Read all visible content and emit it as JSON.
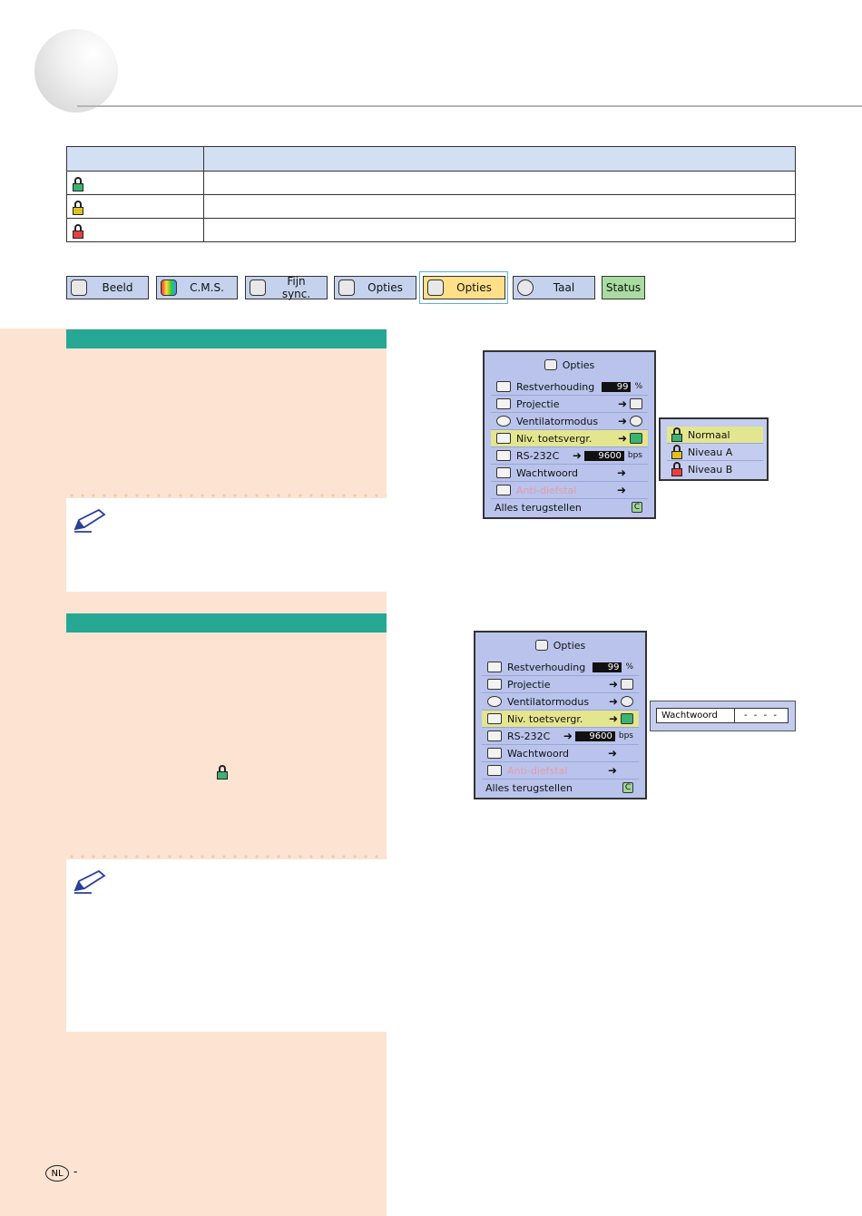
{
  "lock_table": {
    "rows": [
      {
        "lock_color": "#3cb371"
      },
      {
        "lock_color": "#e0c020"
      },
      {
        "lock_color": "#e84040"
      }
    ]
  },
  "tabs": [
    {
      "label": "Beeld",
      "icon": "monitor-icon"
    },
    {
      "label": "C.M.S.",
      "icon": "color-monitor-icon"
    },
    {
      "label": "Fijn sync.",
      "icon": "waveform-icon"
    },
    {
      "label": "Opties",
      "icon": "options-box-icon"
    },
    {
      "label": "Opties",
      "icon": "options-box-icon",
      "active": true
    },
    {
      "label": "Taal",
      "icon": "speech-bubble-icon"
    },
    {
      "label": "Status",
      "icon": ""
    }
  ],
  "osd1": {
    "title": "Opties",
    "rows": [
      {
        "label": "Restverhouding",
        "value": "99",
        "unit": "%"
      },
      {
        "label": "Projectie",
        "arrow": "➜"
      },
      {
        "label": "Ventilatormodus",
        "arrow": "➜"
      },
      {
        "label": "Niv. toetsvergr.",
        "arrow": "➜",
        "selected": true
      },
      {
        "label": "RS-232C",
        "arrow": "➜",
        "value": "9600",
        "unit": "bps"
      },
      {
        "label": "Wachtwoord",
        "arrow": "➜"
      },
      {
        "label": "Anti-diefstal",
        "arrow": "➜",
        "disabled": true
      },
      {
        "label": "Alles terugstellen",
        "button": "C"
      }
    ],
    "popup": [
      "Normaal",
      "Niveau A",
      "Niveau B"
    ]
  },
  "osd2": {
    "title": "Opties",
    "rows": [
      {
        "label": "Restverhouding",
        "value": "99",
        "unit": "%"
      },
      {
        "label": "Projectie",
        "arrow": "➜"
      },
      {
        "label": "Ventilatormodus",
        "arrow": "➜"
      },
      {
        "label": "Niv. toetsvergr.",
        "arrow": "➜",
        "selected": true
      },
      {
        "label": "RS-232C",
        "arrow": "➜",
        "value": "9600",
        "unit": "bps"
      },
      {
        "label": "Wachtwoord",
        "arrow": "➜"
      },
      {
        "label": "Anti-diefstal",
        "arrow": "➜",
        "disabled": true
      },
      {
        "label": "Alles terugstellen",
        "button": "C"
      }
    ],
    "password": {
      "label": "Wachtwoord",
      "value": "- - - -"
    }
  },
  "footer": {
    "badge": "NL",
    "dash": "-"
  }
}
